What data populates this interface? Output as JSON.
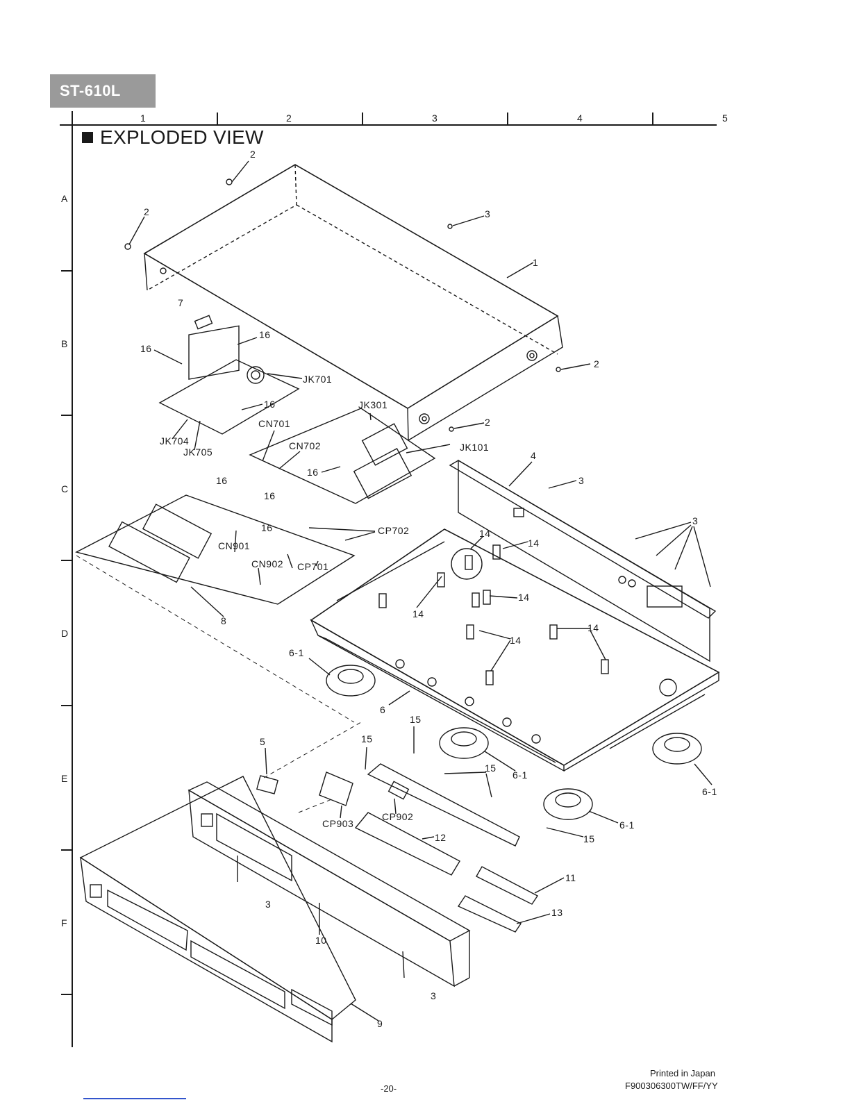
{
  "header": {
    "model": "ST-610L"
  },
  "grid": {
    "columns": [
      "1",
      "2",
      "3",
      "4",
      "5"
    ],
    "rows": [
      "A",
      "B",
      "C",
      "D",
      "E",
      "F"
    ]
  },
  "title": "EXPLODED VIEW",
  "callouts": {
    "c2a": "2",
    "c2b": "2",
    "c3a": "3",
    "c1": "1",
    "c2c": "2",
    "c2d": "2",
    "c7": "7",
    "c16a": "16",
    "c16b": "16",
    "c16c": "16",
    "c16d": "16",
    "c16e": "16",
    "c16f": "16",
    "c16g": "16",
    "jk701": "JK701",
    "jk301": "JK301",
    "jk101": "JK101",
    "jk704": "JK704",
    "jk705": "JK705",
    "cn701": "CN701",
    "cn702": "CN702",
    "cn901": "CN901",
    "cn902": "CN902",
    "cp701": "CP701",
    "cp702": "CP702",
    "cp902": "CP902",
    "cp903": "CP903",
    "c4": "4",
    "c3b": "3",
    "c3c": "3",
    "c14a": "14",
    "c14b": "14",
    "c14c": "14",
    "c14d": "14",
    "c14e": "14",
    "c14f": "14",
    "c8": "8",
    "c61a": "6-1",
    "c6": "6",
    "c61b": "6-1",
    "c61c": "6-1",
    "c61d": "6-1",
    "c5": "5",
    "c15a": "15",
    "c15b": "15",
    "c15c": "15",
    "c15d": "15",
    "c12": "12",
    "c11": "11",
    "c13": "13",
    "c3d": "3",
    "c10": "10",
    "c3e": "3",
    "c9": "9"
  },
  "footer": {
    "page": "-20-",
    "printed": "Printed in Japan",
    "code": "F900306300TW/FF/YY"
  }
}
